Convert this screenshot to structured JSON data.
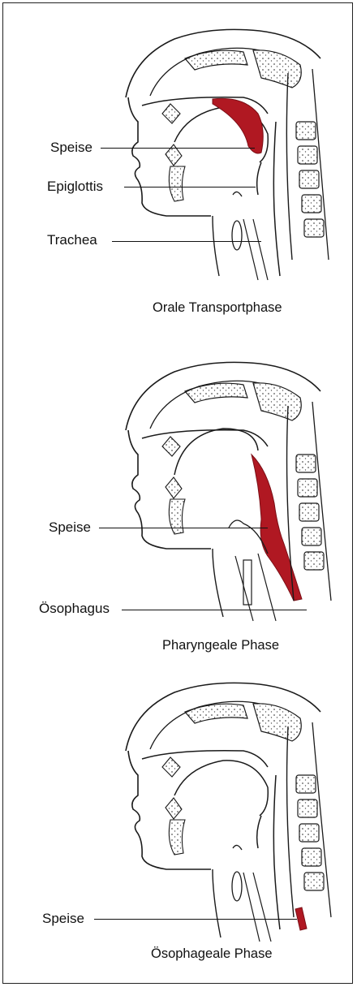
{
  "colors": {
    "food": "#b01822",
    "line": "#1a1a1a",
    "bone_dots": "#555555"
  },
  "panels": [
    {
      "labels": [
        "Speise",
        "Epiglottis",
        "Trachea"
      ],
      "caption": "Orale Transportphase"
    },
    {
      "labels": [
        "Speise",
        "Ösophagus"
      ],
      "caption": "Pharyngeale Phase"
    },
    {
      "labels": [
        "Speise"
      ],
      "caption": "Ösophageale Phase"
    }
  ]
}
